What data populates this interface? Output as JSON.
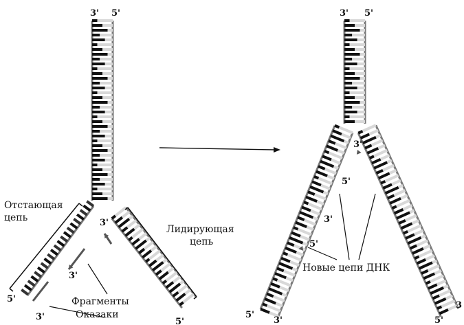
{
  "left_fork": {
    "top_left_end": "3'",
    "top_right_end": "5'",
    "lagging_label_line1": "Отстающая",
    "lagging_label_line2": "цепь",
    "leading_label_line1": "Лидирующая",
    "leading_label_line2": "цепь",
    "leading_primer_end": "3'",
    "okazaki_end": "3'",
    "okazaki_label_line1": "Фрагменты",
    "okazaki_label_line2": "Оказаки",
    "bottom_left_end_a": "5'",
    "bottom_left_end_b": "3'",
    "bottom_right_end": "5'"
  },
  "right_fork": {
    "top_left_end": "3'",
    "top_right_end": "5'",
    "inner_end_right": "3'",
    "inner_end_left_upper_5": "5'",
    "inner_end_left_upper_3": "3'",
    "inner_end_left_lower_5": "5'",
    "new_strands_label": "Новые цепи ДНК",
    "bottom_left_end_a": "5'",
    "bottom_left_end_b": "3'",
    "bottom_right_end_5": "5'",
    "bottom_right_end_3": "3"
  },
  "colors": {
    "backbone": "#7a7a7a",
    "base_dark": "#111111",
    "base_light": "#d8d8d8"
  }
}
